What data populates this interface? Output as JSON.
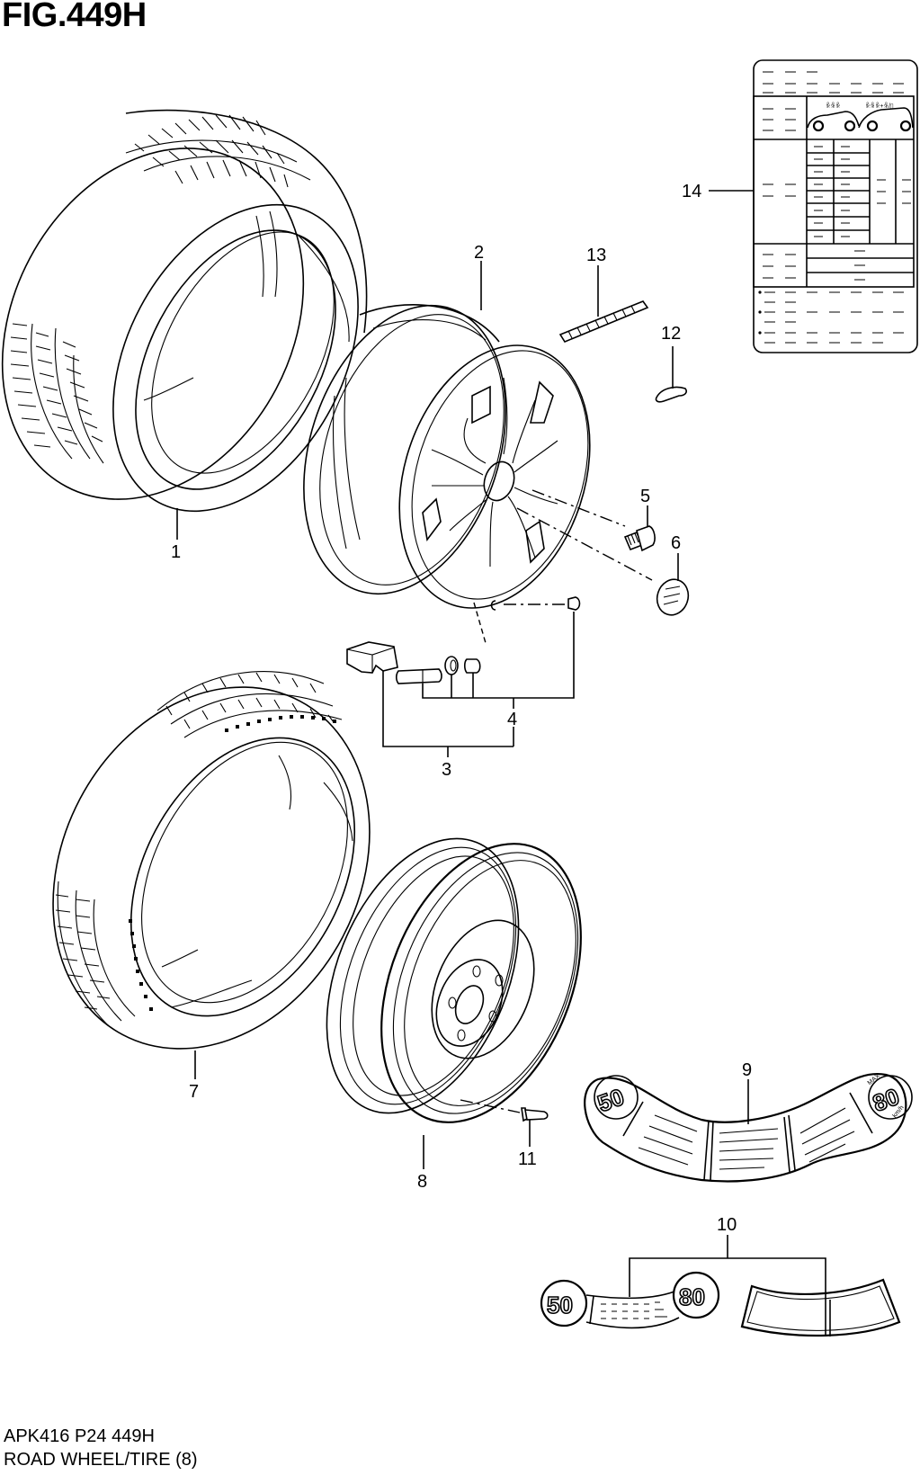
{
  "figure": {
    "title": "FIG.449H",
    "code": "APK416 P24 449H",
    "caption": "ROAD WHEEL/TIRE (8)"
  },
  "callouts": [
    {
      "number": "1",
      "part": "tire"
    },
    {
      "number": "2",
      "part": "alloy-wheel"
    },
    {
      "number": "3",
      "part": "tpms-sensor-assembly"
    },
    {
      "number": "4",
      "part": "tpms-valve-kit"
    },
    {
      "number": "5",
      "part": "wheel-nut"
    },
    {
      "number": "6",
      "part": "center-cap"
    },
    {
      "number": "7",
      "part": "spare-tire"
    },
    {
      "number": "8",
      "part": "spare-wheel"
    },
    {
      "number": "9",
      "part": "spare-tire-label"
    },
    {
      "number": "10",
      "part": "spare-tire-label-set"
    },
    {
      "number": "11",
      "part": "spare-valve"
    },
    {
      "number": "12",
      "part": "balance-weight-clip"
    },
    {
      "number": "13",
      "part": "balance-weight"
    },
    {
      "number": "14",
      "part": "tire-pressure-placard"
    }
  ],
  "stickers": {
    "speed_min": "50",
    "speed_max": "80",
    "max_label": "MAX",
    "unit_label": "km/h"
  }
}
